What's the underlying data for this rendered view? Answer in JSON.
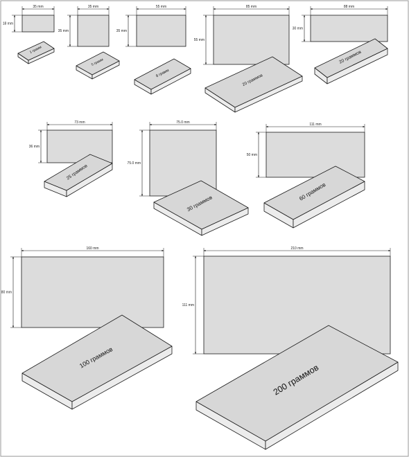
{
  "diagram": {
    "frame_color": "#9a9a9a",
    "face_color": "#dcdcdc",
    "top_color": "#d7d7d7",
    "side_color": "#ececec",
    "line_color": "#1a1a1a",
    "items": [
      {
        "id": "1g",
        "width_label": "35 mm",
        "height_label": "18 mm",
        "weight_label": "1 грамм"
      },
      {
        "id": "5g",
        "width_label": "35 mm",
        "height_label": "35 mm",
        "weight_label": "5 грамм"
      },
      {
        "id": "8g",
        "width_label": "55 mm",
        "height_label": "35 mm",
        "weight_label": "8 грамм"
      },
      {
        "id": "20g-a",
        "width_label": "85 mm",
        "height_label": "55 mm",
        "weight_label": "20 граммов"
      },
      {
        "id": "20g-b",
        "width_label": "88 mm",
        "height_label": "30 mm",
        "weight_label": "20 граммов"
      },
      {
        "id": "25g",
        "width_label": "73 mm",
        "height_label": "36 mm",
        "weight_label": "25 граммов"
      },
      {
        "id": "30g",
        "width_label": "75.0 mm",
        "height_label": "75.0 mm",
        "weight_label": "30 граммов"
      },
      {
        "id": "60g",
        "width_label": "111 mm",
        "height_label": "50 mm",
        "weight_label": "60 граммов"
      },
      {
        "id": "100g",
        "width_label": "160 mm",
        "height_label": "80 mm",
        "weight_label": "100 граммов"
      },
      {
        "id": "200g",
        "width_label": "210 mm",
        "height_label": "111 mm",
        "weight_label": "200 граммов"
      }
    ]
  }
}
